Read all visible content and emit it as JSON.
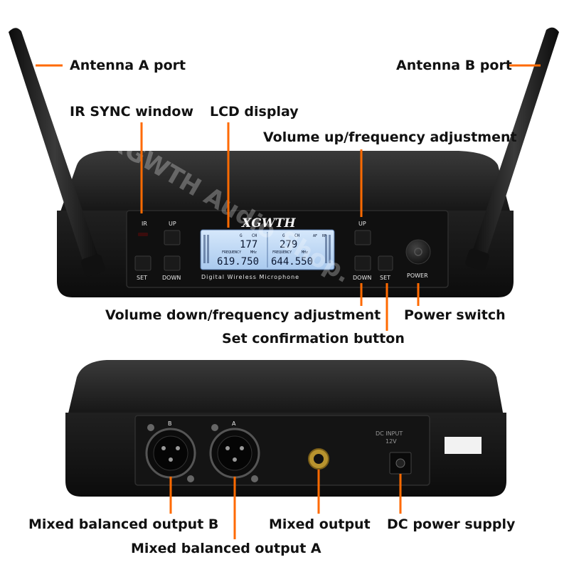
{
  "callouts": {
    "antenna_a": "Antenna A port",
    "antenna_b": "Antenna B port",
    "ir_sync": "IR SYNC window",
    "lcd": "LCD display",
    "volume_up": "Volume up/frequency adjustment",
    "volume_down": "Volume down/frequency adjustment",
    "power": "Power switch",
    "set_confirm": "Set confirmation button",
    "output_b": "Mixed balanced output B",
    "mixed_output": "Mixed output",
    "dc_supply": "DC power supply",
    "output_a": "Mixed balanced output A"
  },
  "front_panel": {
    "brand": "XGWTH",
    "ir_label": "IR",
    "up_left": "UP",
    "set_left": "SET",
    "down_left": "DOWN",
    "up_right": "UP",
    "down_right": "DOWN",
    "set_right": "SET",
    "power_label": "POWER",
    "product_name": "Digital Wireless Microphone",
    "lcd": {
      "left_group": "G",
      "left_channel_label": "CH",
      "left_channel": "177",
      "left_freq_label": "FREQUENCY",
      "left_unit": "MHz",
      "left_freq": "619.750",
      "right_group": "G",
      "right_channel_label": "CH",
      "right_channel": "279",
      "right_freq_label": "FREQUENCY",
      "right_unit": "MHz",
      "right_freq": "644.550",
      "af": "AF",
      "rf": "RF"
    }
  },
  "rear_panel": {
    "xlr_b_label": "B",
    "xlr_a_label": "A",
    "dc_label_1": "DC INPUT",
    "dc_label_2": "12V"
  },
  "watermark": "XGWTH Audio Shop.",
  "colors": {
    "callout_line": "#ff6a00",
    "device_body": "#1c1c1c",
    "lcd_backlight": "#bcd8f4"
  }
}
